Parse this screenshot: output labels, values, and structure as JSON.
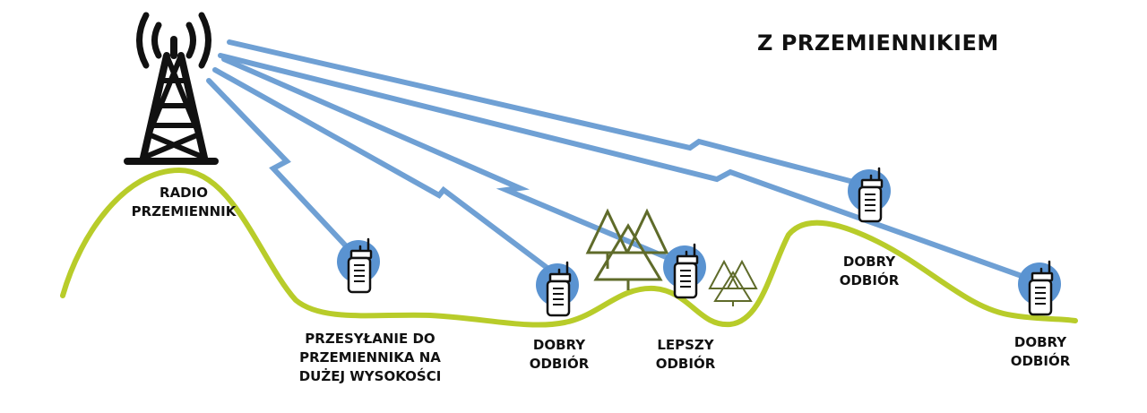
{
  "title": "Z PRZEMIENNIKIEM",
  "colors": {
    "signal": "#6fa0d4",
    "terrain": "#b8cc2a",
    "tree": "#5f6b2a",
    "radio_circle": "#5a93d1",
    "ink": "#111111"
  },
  "icons": [
    "radio-tower-icon",
    "walkie-talkie-icon",
    "pine-tree-icon",
    "signal-wave-icon"
  ],
  "labels": {
    "repeater": [
      "RADIO",
      "PRZEMIENNIK"
    ],
    "radio_1": [
      "PRZESYŁANIE DO",
      "PRZEMIENNIKA NA",
      "DUŻEJ WYSOKOŚCI"
    ],
    "radio_2": [
      "DOBRY",
      "ODBIÓR"
    ],
    "radio_3": [
      "LEPSZY",
      "ODBIÓR"
    ],
    "radio_4": [
      "DOBRY",
      "ODBIÓR"
    ],
    "radio_5": [
      "DOBRY",
      "ODBIÓR"
    ]
  }
}
